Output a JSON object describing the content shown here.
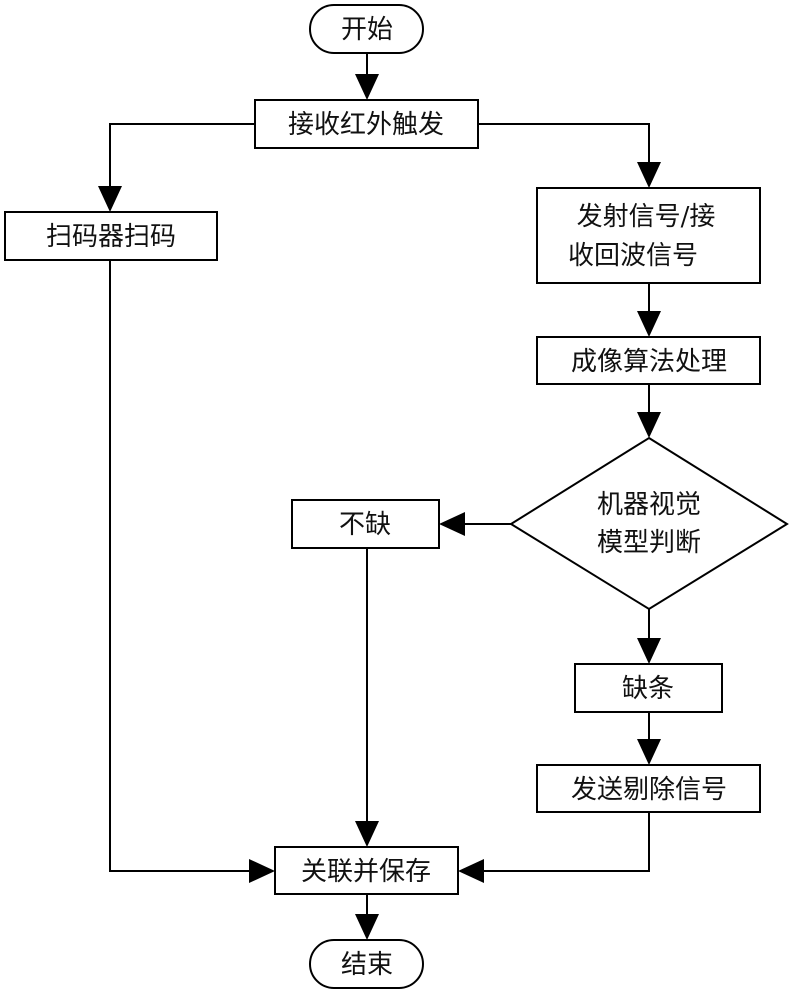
{
  "diagram": {
    "type": "flowchart",
    "nodes": {
      "start": {
        "shape": "terminator",
        "label": "开始"
      },
      "receive_ir": {
        "shape": "process",
        "label": "接收红外触发"
      },
      "scan_code": {
        "shape": "process",
        "label": "扫码器扫码"
      },
      "send_receive_signal": {
        "shape": "process",
        "lines": [
          "发射信号/接",
          "收回波信号"
        ]
      },
      "imaging_algorithm": {
        "shape": "process",
        "label": "成像算法处理"
      },
      "mv_model_judge": {
        "shape": "decision",
        "lines": [
          "机器视觉",
          "模型判断"
        ]
      },
      "not_missing": {
        "shape": "process",
        "label": "不缺"
      },
      "missing_strip": {
        "shape": "process",
        "label": "缺条"
      },
      "send_reject_signal": {
        "shape": "process",
        "label": "发送剔除信号"
      },
      "associate_save": {
        "shape": "process",
        "label": "关联并保存"
      },
      "end": {
        "shape": "terminator",
        "label": "结束"
      }
    },
    "edges": [
      {
        "from": "start",
        "to": "receive_ir"
      },
      {
        "from": "receive_ir",
        "to": "scan_code"
      },
      {
        "from": "receive_ir",
        "to": "send_receive_signal"
      },
      {
        "from": "send_receive_signal",
        "to": "imaging_algorithm"
      },
      {
        "from": "imaging_algorithm",
        "to": "mv_model_judge"
      },
      {
        "from": "mv_model_judge",
        "to": "not_missing"
      },
      {
        "from": "mv_model_judge",
        "to": "missing_strip"
      },
      {
        "from": "missing_strip",
        "to": "send_reject_signal"
      },
      {
        "from": "scan_code",
        "to": "associate_save"
      },
      {
        "from": "not_missing",
        "to": "associate_save"
      },
      {
        "from": "send_reject_signal",
        "to": "associate_save"
      },
      {
        "from": "associate_save",
        "to": "end"
      }
    ]
  }
}
